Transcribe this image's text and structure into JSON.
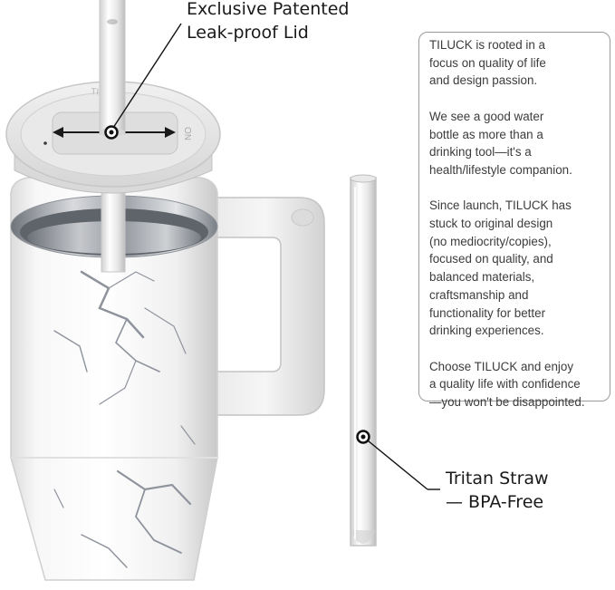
{
  "lid_callout": {
    "line1": "Exclusive Patented",
    "line2": "Leak-proof Lid"
  },
  "straw_callout": {
    "line1": "Tritan Straw",
    "line2": "— BPA-Free"
  },
  "description": {
    "paragraphs": [
      "TILUCK is rooted in a\nfocus on quality of life\nand design passion.",
      "We see a good water\nbottle as more than a\ndrinking tool—it's a\nhealth/lifestyle companion.",
      "Since launch, TILUCK has\nstuck to original design\n(no mediocrity/copies),\nfocused on quality, and\nbalanced materials,\ncraftsmanship and\nfunctionality for better\ndrinking experiences.",
      "Choose TILUCK and enjoy\na quality life with confidence\n—you won't be disappointed."
    ]
  },
  "lid_markings": {
    "brand": "TILUCK",
    "on_mark": "ON"
  },
  "colors": {
    "body_white": "#f4f4f4",
    "marble_vein": "#8e939c",
    "lid_gray": "#e3e3e3",
    "steel": "#a9adb3",
    "border": "#9a9a9a"
  }
}
